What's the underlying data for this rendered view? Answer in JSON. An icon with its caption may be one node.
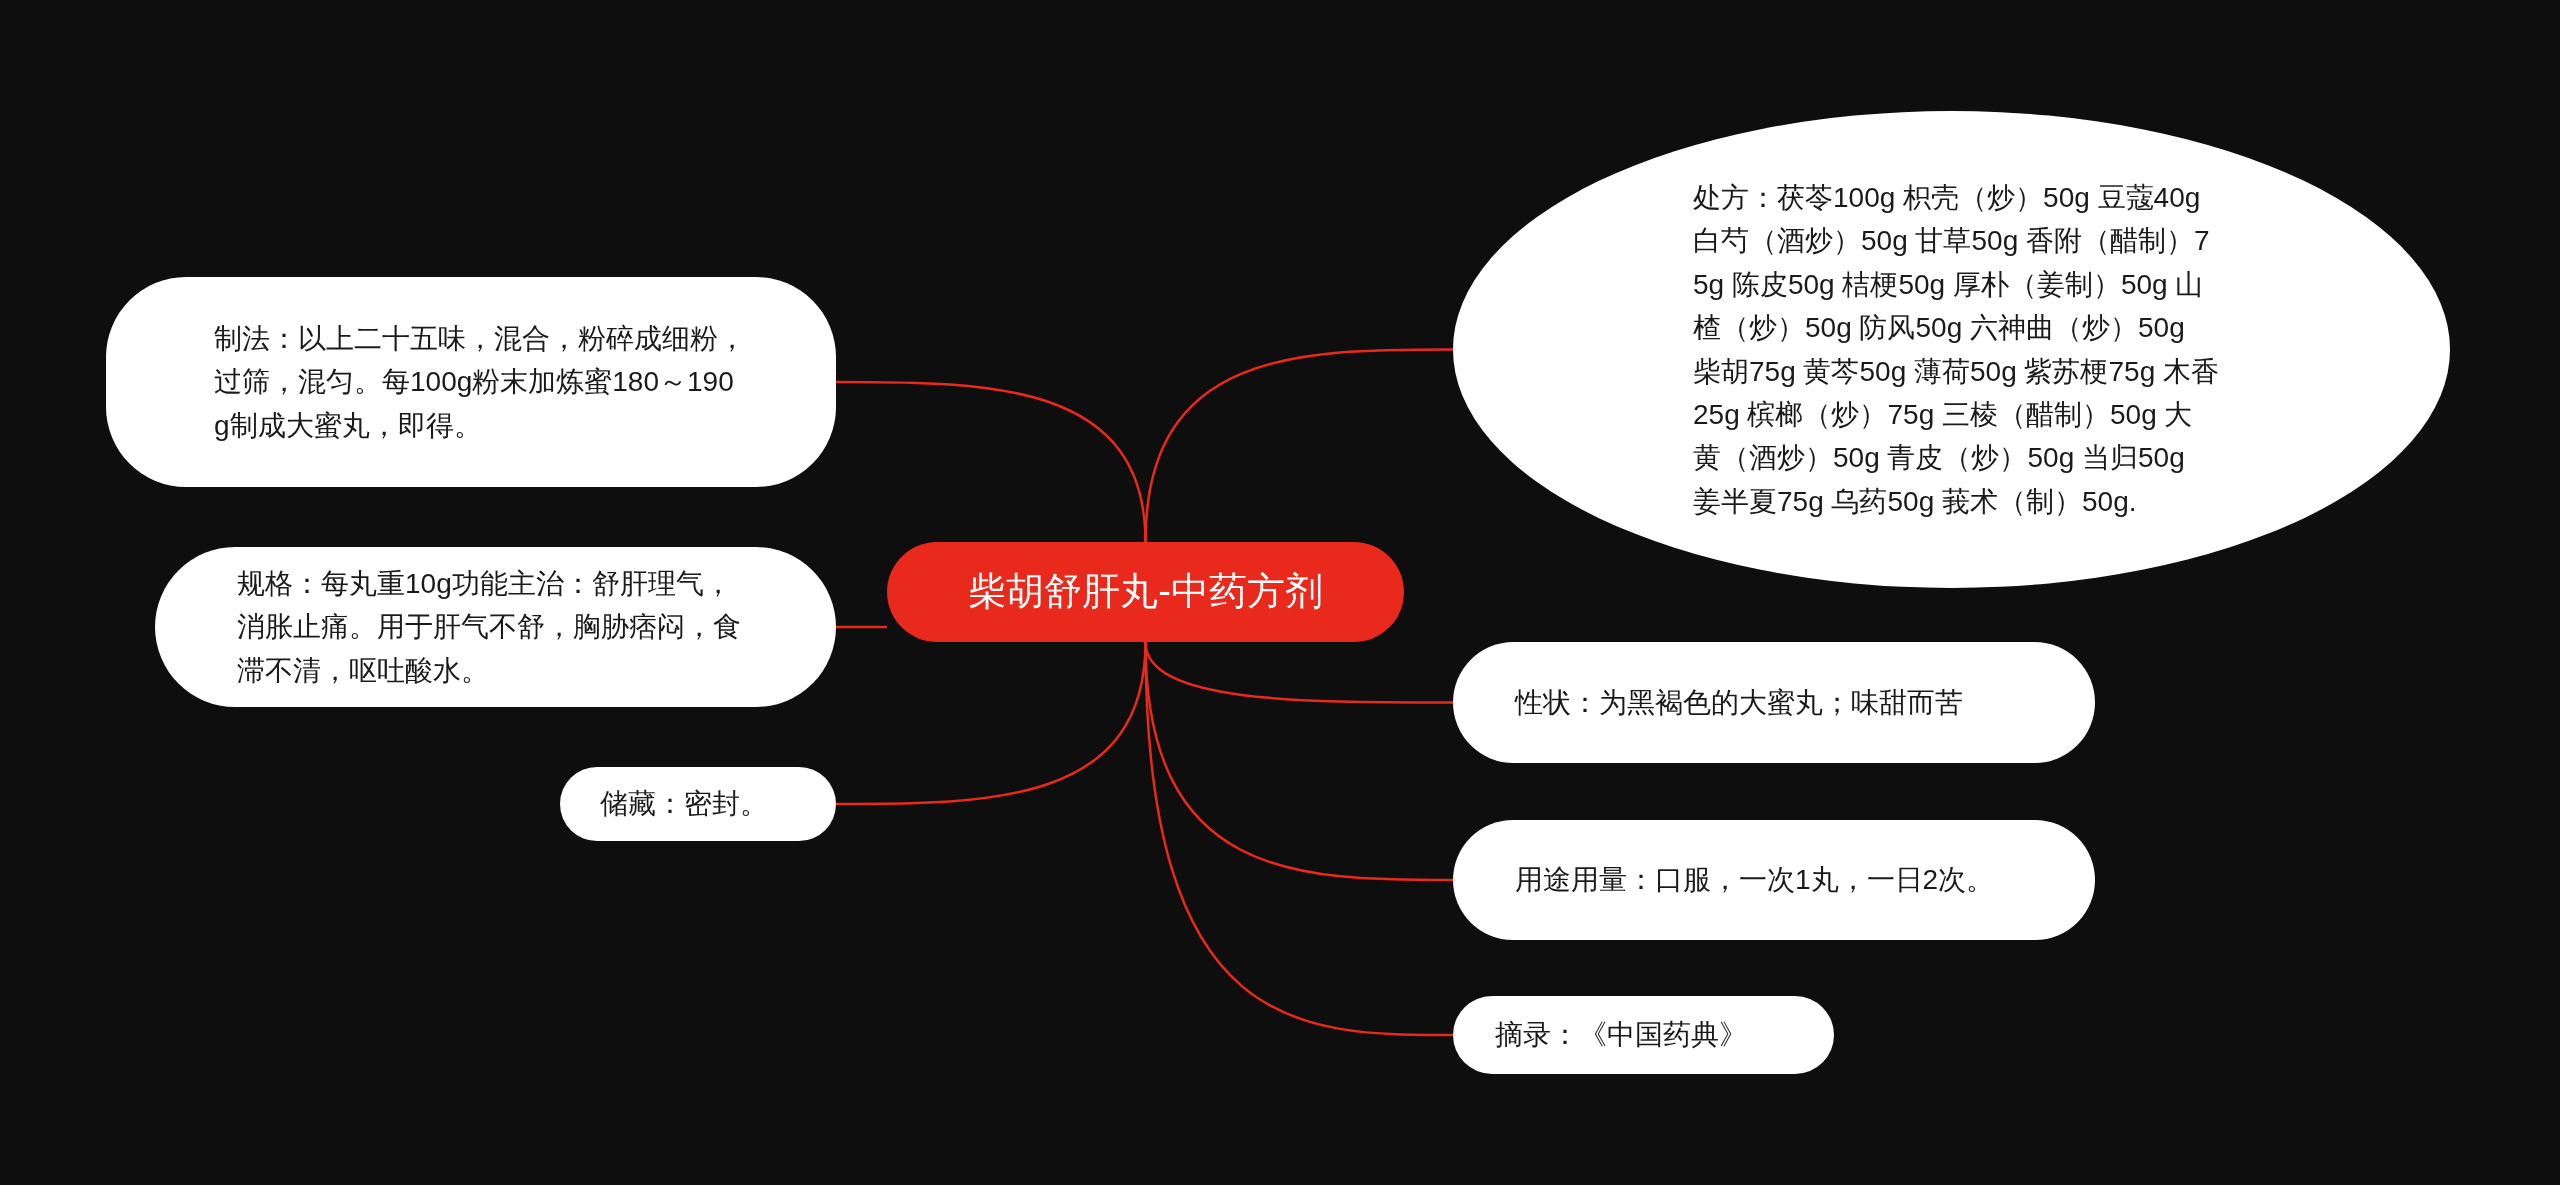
{
  "diagram": {
    "nodes": [
      {
        "text": [
          "柴胡舒肝丸-中药方剂"
        ]
      },
      {
        "text": [
          "处方：茯苓100g 枳壳（炒）50g 豆蔻40g 白芍（酒炒）50g 甘草50g 香附（醋制）75g 陈皮50g 桔梗50g 厚朴（姜制）50g 山楂（炒）50g 防风50g 六神曲（炒）50g 柴胡75g 黄芩50g 薄荷50g 紫苏梗75g 木香25g 槟榔（炒）75g 三棱（醋制）50g 大黄（酒炒）50g 青皮（炒）50g 当归50g 姜半夏75g 乌药50g 莪术（制）50g."
        ]
      },
      {
        "text": [
          "性状：为黑褐色的大蜜丸；味甜而苦"
        ]
      },
      {
        "text": [
          "用途用量：口服，一次1丸，一日2次。"
        ]
      },
      {
        "text": [
          "摘录：《中国药典》"
        ]
      },
      {
        "text": [
          "制法：以上二十五味，混合，粉碎成细粉，过筛，混匀。每100g粉末加炼蜜180～190g制成大蜜丸，即得。"
        ]
      },
      {
        "text": [
          "规格：每丸重10g功能主治：舒肝理气，消胀止痛。用于肝气不舒，胸胁痞闷，食滞不清，呕吐酸水。"
        ]
      },
      {
        "text": [
          "储藏：密封。"
        ]
      }
    ],
    "edges": [
      {
        "from": 0,
        "to": 1,
        "arrow": "none"
      },
      {
        "from": 0,
        "to": 2,
        "arrow": "none"
      },
      {
        "from": 0,
        "to": 3,
        "arrow": "none"
      },
      {
        "from": 0,
        "to": 4,
        "arrow": "none"
      },
      {
        "from": 0,
        "to": 5,
        "arrow": "none"
      },
      {
        "from": 0,
        "to": 6,
        "arrow": "none"
      },
      {
        "from": 0,
        "to": 7,
        "arrow": "none"
      }
    ]
  }
}
